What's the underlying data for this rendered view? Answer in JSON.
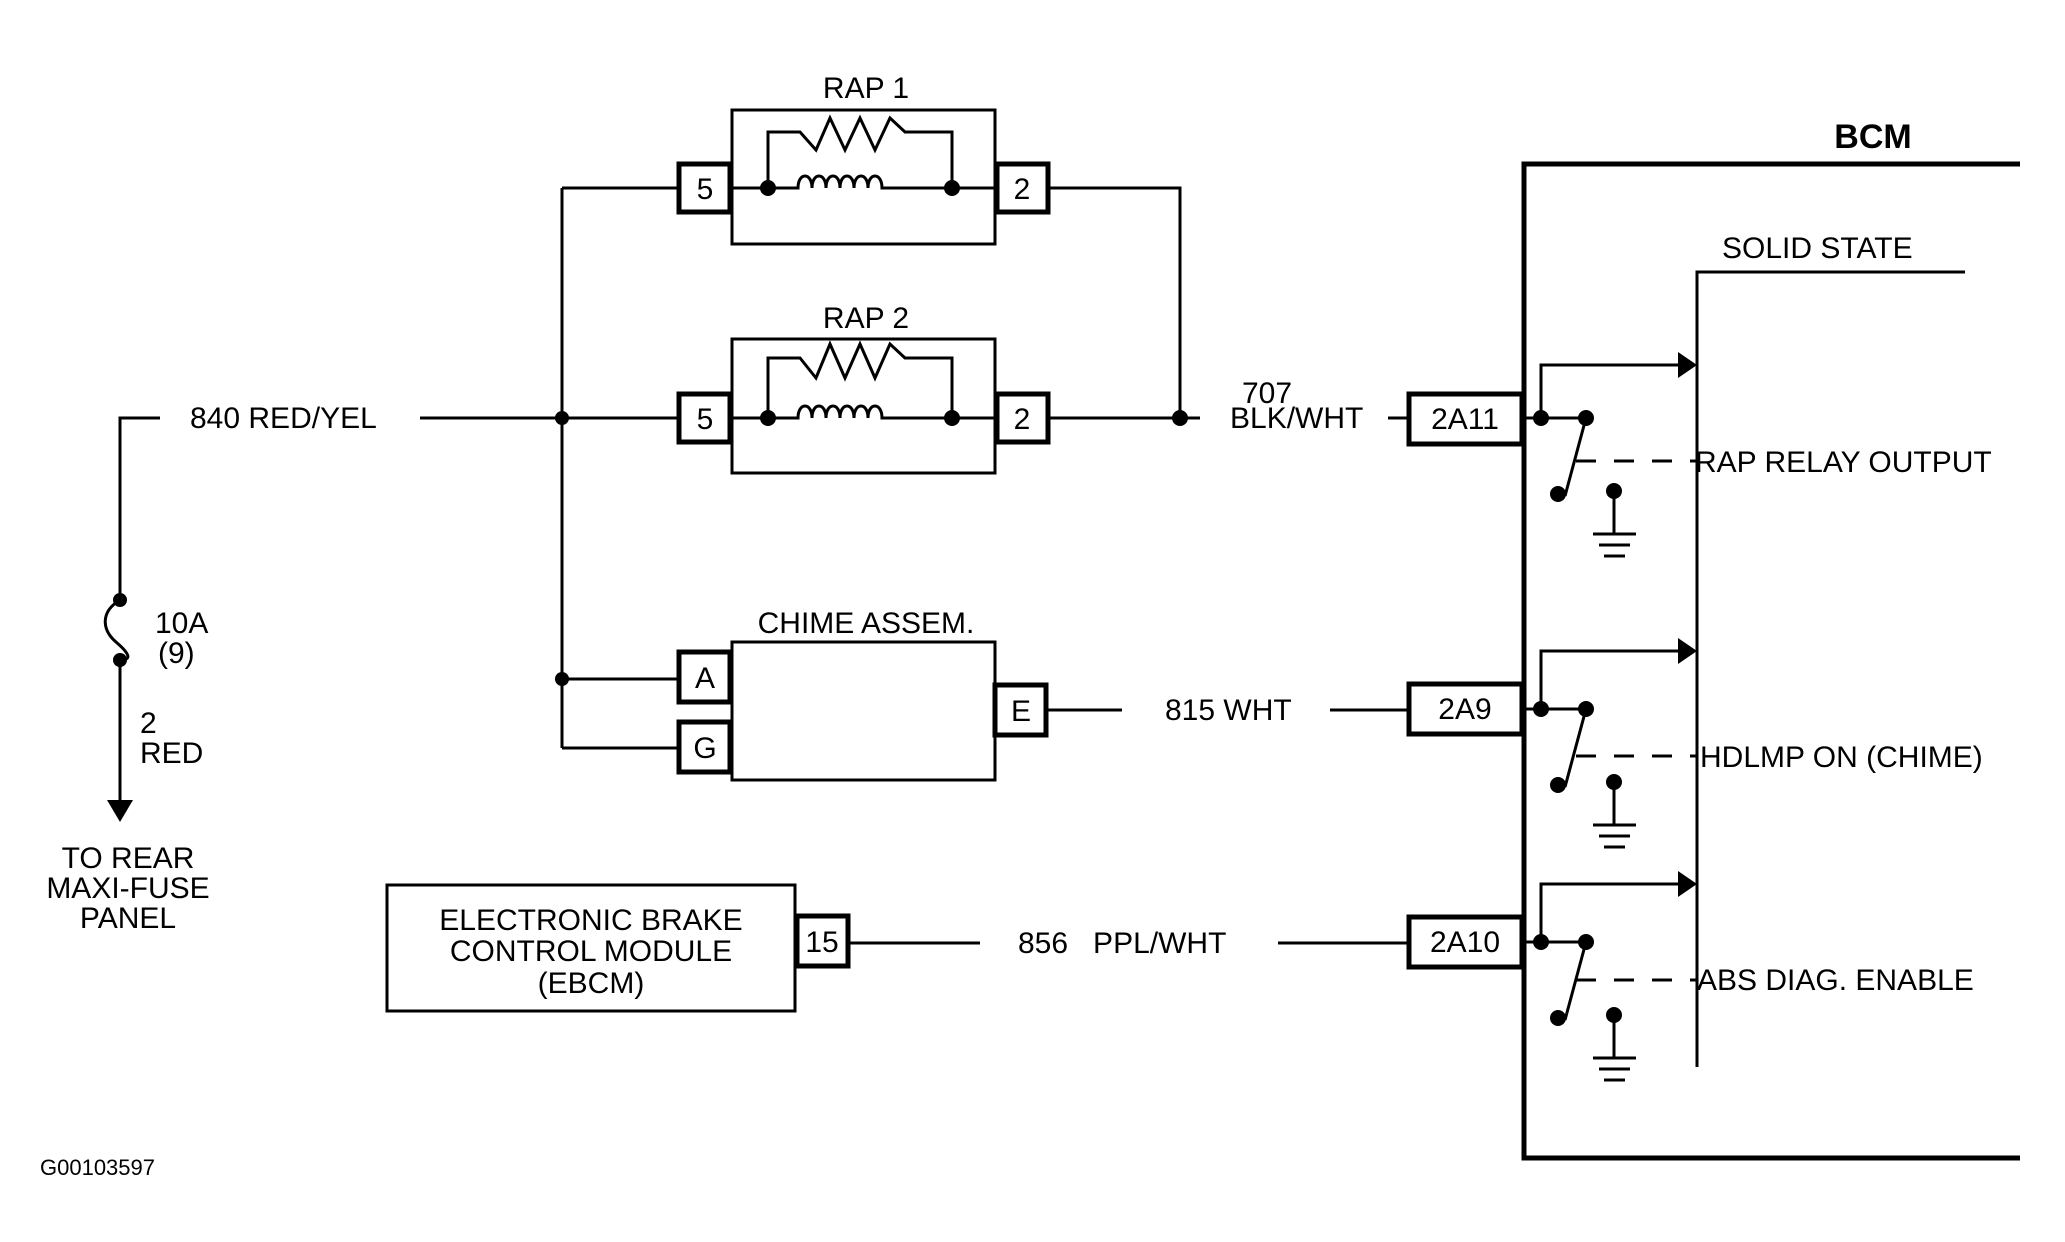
{
  "diagram": {
    "figure_id": "G00103597",
    "power_source": {
      "fuse_rating": "10A",
      "fuse_number": "(9)",
      "feed_wire_number": "2",
      "feed_wire_color": "RED",
      "destination_lines": [
        "TO REAR",
        "MAXI-FUSE",
        "PANEL"
      ],
      "output_wire": "840 RED/YEL"
    },
    "components": {
      "rap1": {
        "label": "RAP 1",
        "pin_in": "5",
        "pin_out": "2"
      },
      "rap2": {
        "label": "RAP 2",
        "pin_in": "5",
        "pin_out": "2"
      },
      "chime": {
        "label": "CHIME ASSEM.",
        "pin_a": "A",
        "pin_g": "G",
        "pin_e": "E"
      },
      "ebcm": {
        "lines": [
          "ELECTRONIC BRAKE",
          "CONTROL MODULE",
          "(EBCM)"
        ],
        "pin": "15"
      }
    },
    "wires": {
      "rap_output_number": "707",
      "rap_output_color": "BLK/WHT",
      "chime_wire": "815 WHT",
      "ebcm_wire": "856   PPL/WHT"
    },
    "bcm": {
      "label": "BCM",
      "section_label": "SOLID STATE",
      "circuits": [
        {
          "connector": "2A11",
          "function": "RAP RELAY OUTPUT"
        },
        {
          "connector": "2A9",
          "function": "HDLMP ON (CHIME)"
        },
        {
          "connector": "2A10",
          "function": "ABS DIAG. ENABLE"
        }
      ]
    }
  }
}
